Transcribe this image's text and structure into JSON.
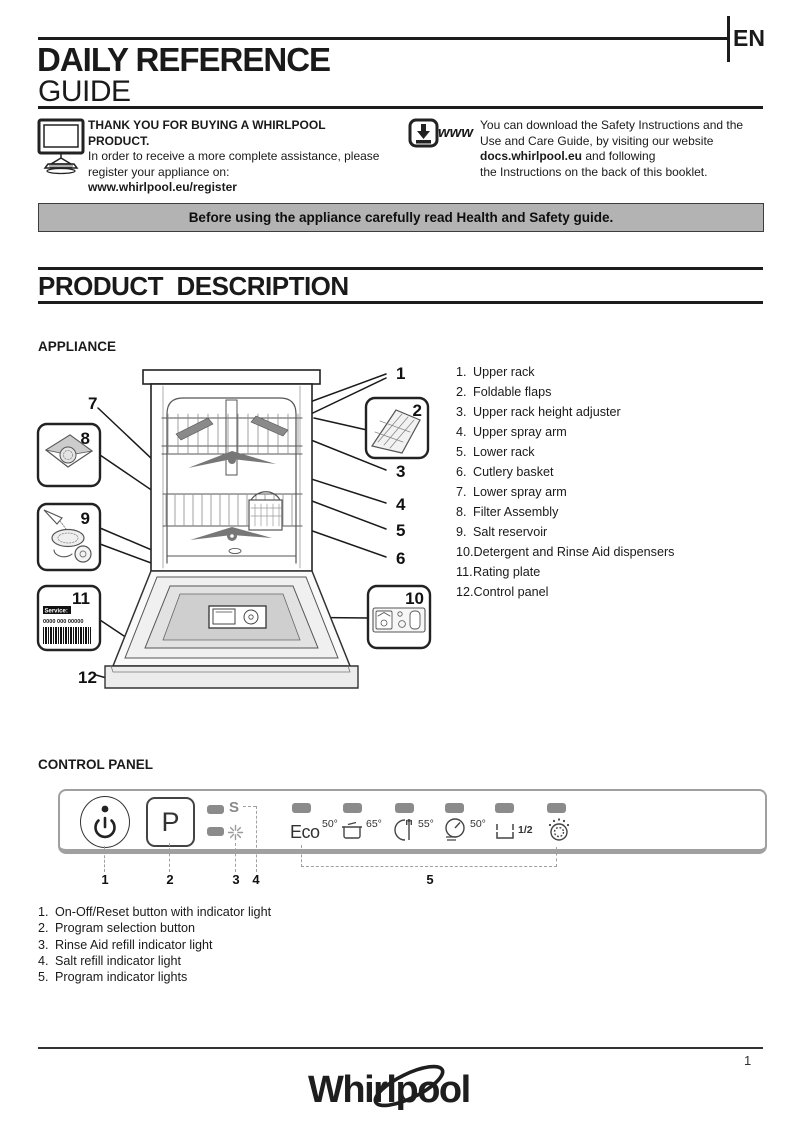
{
  "page": {
    "language_badge": "EN",
    "number": "1"
  },
  "header": {
    "title_line1": "DAILY REFERENCE",
    "title_line2": "GUIDE"
  },
  "intro": {
    "register": {
      "monitor_icon": "desktop-computer-icon",
      "heading": "THANK YOU FOR BUYING A WHIRLPOOL PRODUCT.",
      "line1": "In order to receive a more complete assistance, please",
      "line2": "register your appliance on:",
      "link": "www.whirlpool.eu/register"
    },
    "download": {
      "download_icon": "download-www-icon",
      "www_label": "www",
      "line1": "You can download the Safety Instructions and the",
      "line2": "Use and Care Guide, by visiting our website",
      "line3_bold": "docs.whirlpool.eu",
      "line3_rest": " and following",
      "line4": "the Instructions on the back of this booklet."
    }
  },
  "banner": {
    "text": "Before using the appliance carefully read Health and Safety guide."
  },
  "product_description": {
    "title": "PRODUCT  DESCRIPTION"
  },
  "appliance": {
    "heading": "APPLIANCE",
    "parts": [
      {
        "num": "1.",
        "label": "Upper rack"
      },
      {
        "num": "2.",
        "label": "Foldable flaps"
      },
      {
        "num": "3.",
        "label": "Upper rack height adjuster"
      },
      {
        "num": "4.",
        "label": "Upper spray arm"
      },
      {
        "num": "5.",
        "label": "Lower  rack"
      },
      {
        "num": "6.",
        "label": "Cutlery basket"
      },
      {
        "num": "7.",
        "label": "Lower spray arm"
      },
      {
        "num": "8.",
        "label": "Filter Assembly"
      },
      {
        "num": "9.",
        "label": "Salt reservoir"
      },
      {
        "num": "10.",
        "label": "Detergent and Rinse Aid dispensers"
      },
      {
        "num": "11.",
        "label": "Rating plate"
      },
      {
        "num": "12.",
        "label": "Control panel"
      }
    ],
    "diagram": {
      "callouts": {
        "c1": "1",
        "c2": "2",
        "c3": "3",
        "c4": "4",
        "c5": "5",
        "c6": "6",
        "c7": "7",
        "c8": "8",
        "c9": "9",
        "c10": "10",
        "c11": "11",
        "c12": "12"
      },
      "service_label": "Service:",
      "service_number": "0000 000 00000"
    }
  },
  "control_panel": {
    "heading": "CONTROL PANEL",
    "power_icon": "power-button-icon",
    "program_button_letter": "P",
    "salt_indicator_letter": "S",
    "rinse_aid_icon": "rinse-aid-star-icon",
    "programs": [
      {
        "icon": "eco-label",
        "name": "Eco",
        "temp": "50°"
      },
      {
        "icon": "pot-icon",
        "temp": "65°"
      },
      {
        "icon": "glass-cutlery-icon",
        "temp": "55°"
      },
      {
        "icon": "plate-soak-icon",
        "temp": "50°"
      },
      {
        "icon": "half-load-icon",
        "temp": "1/2"
      },
      {
        "icon": "rinse-icon",
        "temp": ""
      }
    ],
    "callouts": [
      "1",
      "2",
      "3",
      "4",
      "5"
    ],
    "legend": [
      {
        "num": "1.",
        "label": "On-Off/Reset button with indicator light"
      },
      {
        "num": "2.",
        "label": "Program selection button"
      },
      {
        "num": "3.",
        "label": "Rinse Aid refill indicator light"
      },
      {
        "num": "4.",
        "label": "Salt refill indicator light"
      },
      {
        "num": "5.",
        "label": "Program indicator lights"
      }
    ]
  },
  "footer": {
    "logo": "Whirlpool",
    "page_number": "1"
  }
}
